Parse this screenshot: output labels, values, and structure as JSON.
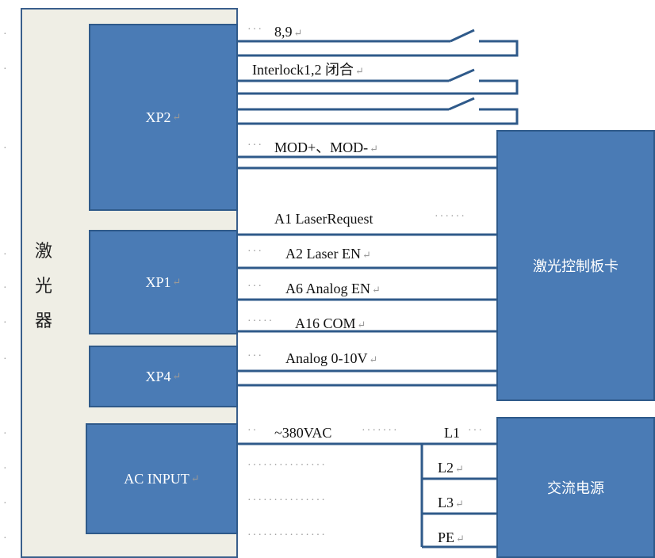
{
  "laser": {
    "title_lines": [
      "激",
      "光",
      "器"
    ]
  },
  "blocks": {
    "xp2": "XP2",
    "xp1": "XP1",
    "xp4": "XP4",
    "ac_input": "AC INPUT",
    "controller": "激光控制板卡",
    "ac_power": "交流电源"
  },
  "signals": {
    "s89": "8,9",
    "interlock": "Interlock1,2 闭合",
    "mod": "MOD+、MOD-",
    "a1": "A1  LaserRequest",
    "a2": "A2  Laser EN",
    "a6": "A6  Analog EN",
    "a16": "A16 COM",
    "analog": "Analog 0-10V",
    "vac": "~380VAC"
  },
  "phases": {
    "l1": "L1",
    "l2": "L2",
    "l3": "L3",
    "pe": "PE"
  },
  "colors": {
    "block": "#4a7bb5",
    "line": "#2f5a8a",
    "laser_bg": "#efeee5"
  }
}
